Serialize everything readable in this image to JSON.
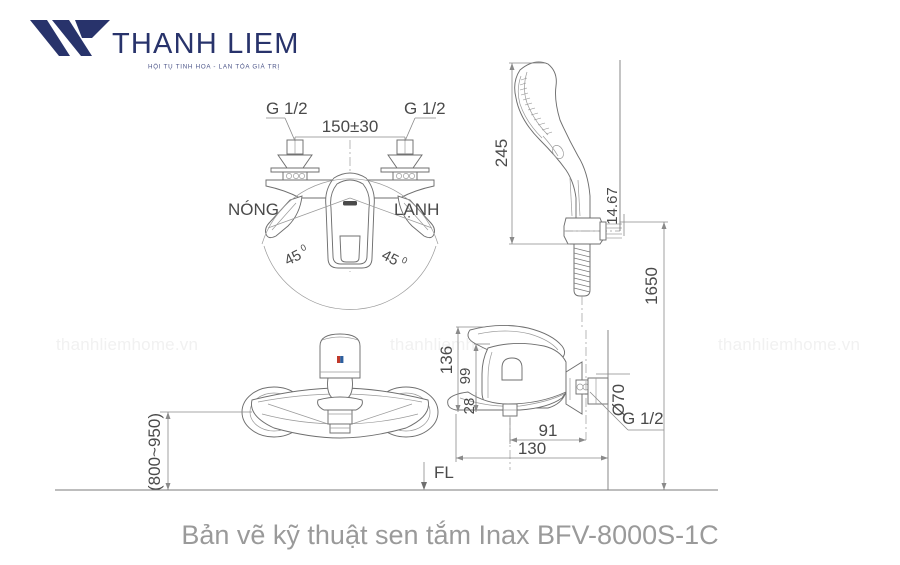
{
  "brand": {
    "name": "THANH LIEM",
    "tagline": "HỘI TỤ TINH HOA - LAN TỎA GIÁ TRỊ",
    "logo_color": "#28336b",
    "logo_icon": "chevron-w-logo-icon"
  },
  "caption": {
    "text": "Bản vẽ kỹ thuật sen tắm Inax BFV-8000S-1C"
  },
  "watermarks": {
    "text": "thanhliemhome.vn",
    "color": "#f1f1f1",
    "count": 3
  },
  "drawing": {
    "title": "Technical drawing - Inax BFV-8000S-1C shower mixer",
    "views": {
      "top_front_view": {
        "name": "Mixer front elevation with handle swing",
        "labels": {
          "inlet_left": "G 1/2",
          "inlet_right": "G 1/2",
          "center_distance": "150±30",
          "hot_label": "NÓNG",
          "cold_label": "LẠNH",
          "angle_left": "45",
          "angle_left_unit": "0",
          "angle_right": "45",
          "angle_right_unit": "0"
        }
      },
      "hand_shower_view": {
        "name": "Hand shower with holder",
        "labels": {
          "shower_length": "245",
          "holder_offset": "14.67",
          "mounting_height": "1650"
        }
      },
      "mixer_front_lower_view": {
        "name": "Mixer lower front elevation",
        "labels": {
          "installation_height": "(800~950)"
        }
      },
      "mixer_side_view": {
        "name": "Mixer side elevation",
        "labels": {
          "height_total": "136",
          "height_spout": "99",
          "height_base": "28",
          "depth_spout": "91",
          "depth_total": "130",
          "escutcheon_diameter": "Ø70",
          "wall_connection": "G 1/2"
        }
      },
      "floor_reference": {
        "label": "FL"
      }
    }
  }
}
